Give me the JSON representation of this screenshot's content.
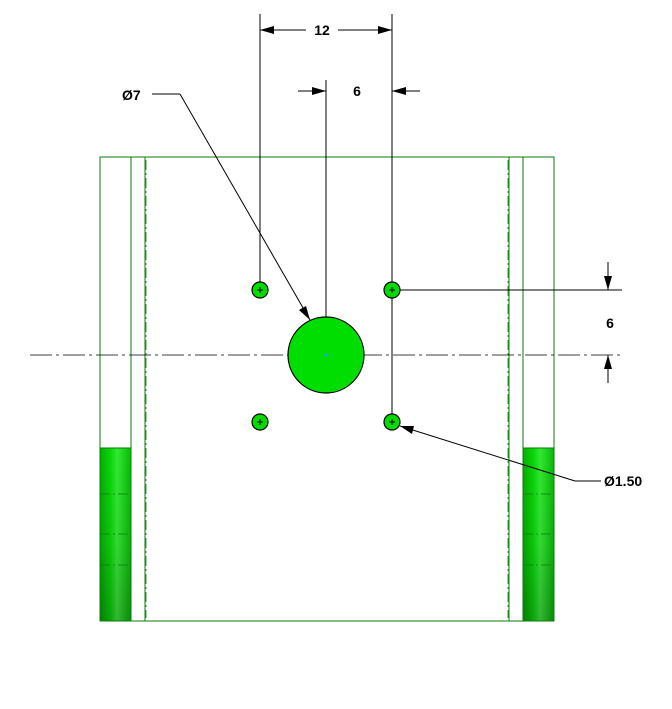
{
  "drawing": {
    "colors": {
      "body": "#00dd00",
      "edge": "#0a7d0a",
      "dimension_line": "#000000",
      "background": "#ffffff"
    },
    "dimensions": {
      "hole_spacing_horizontal": "12",
      "center_offset": "6",
      "hole_spacing_vertical": "6",
      "large_hole_diameter": "Ø7",
      "small_hole_diameter": "Ø1.50"
    }
  }
}
